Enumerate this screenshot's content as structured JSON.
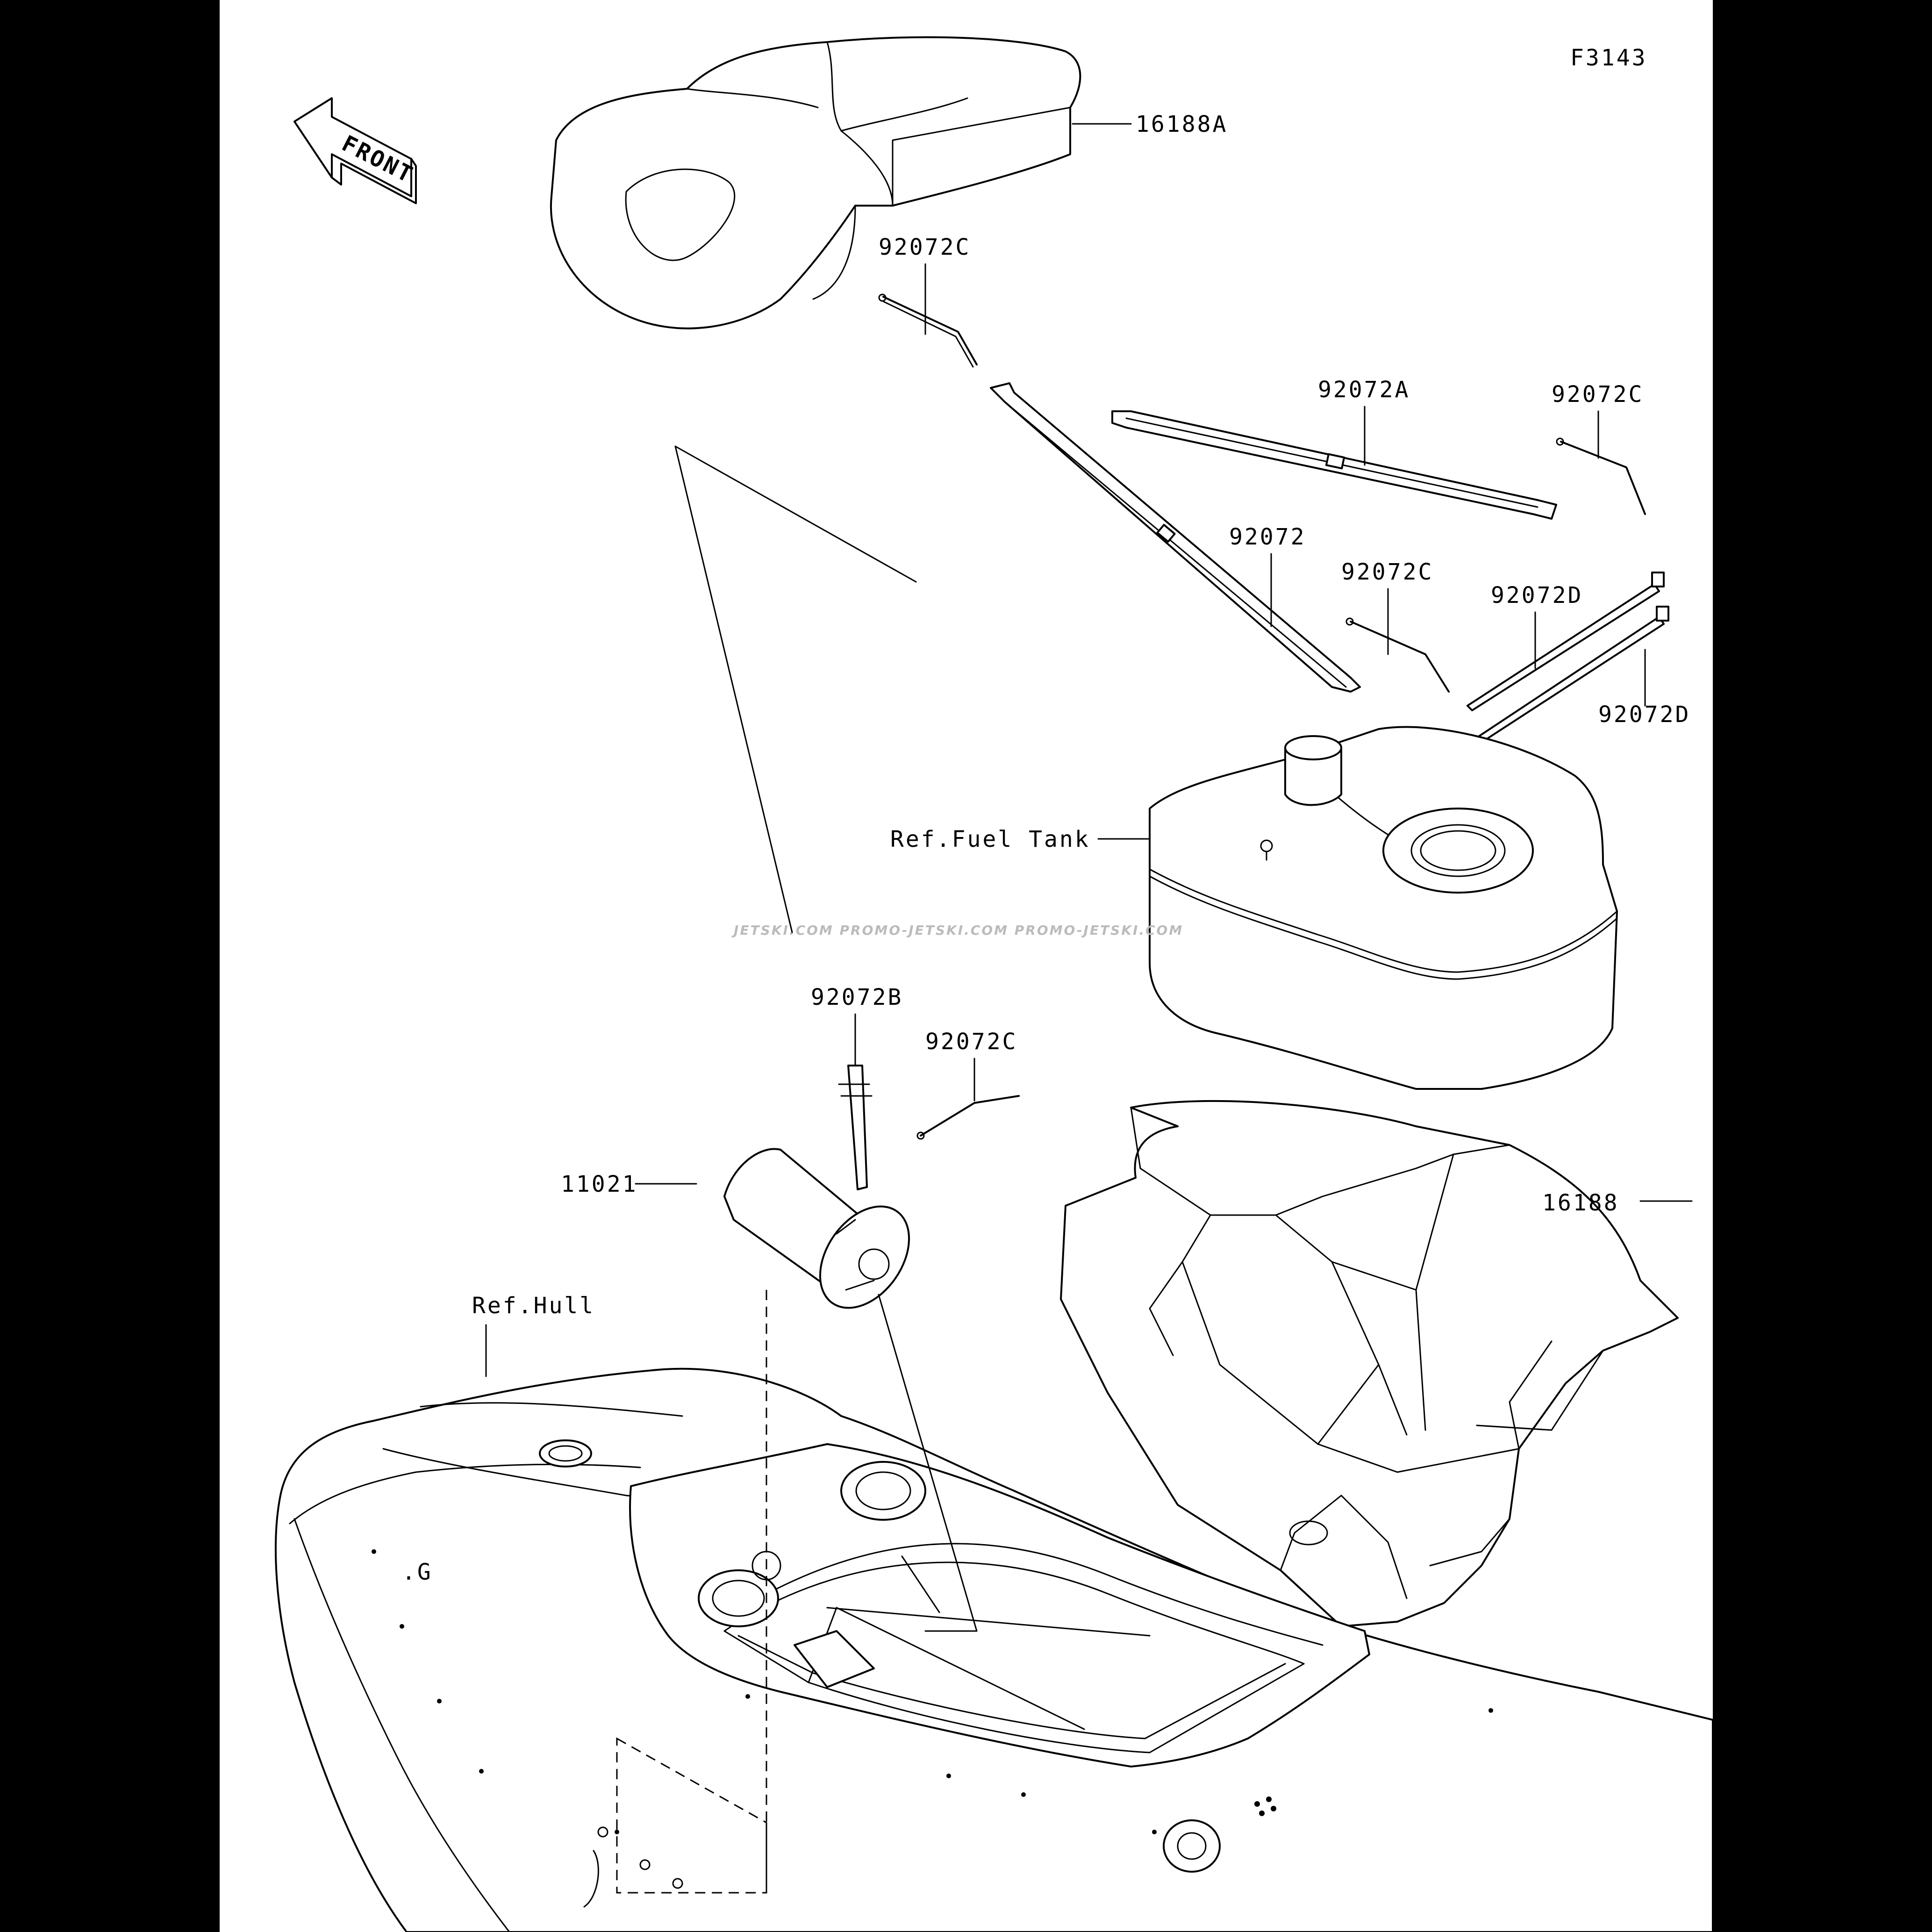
{
  "diagram": {
    "figure_code": "F3143",
    "front_arrow": "FRONT",
    "watermark": "JETSKI.COM   PROMO-JETSKI.COM   PROMO-JETSKI.COM",
    "parts": {
      "seat_cover": "16188A",
      "strap_c_top": "92072C",
      "strap_a": "92072A",
      "strap_c_right": "92072C",
      "strap_main": "92072",
      "strap_c_mid": "92072C",
      "tie_d_upper": "92072D",
      "tie_d_lower": "92072D",
      "fuel_tank": "Ref.Fuel Tank",
      "strap_b": "92072B",
      "strap_c_low": "92072C",
      "filter": "11021",
      "storage_bin": "16188",
      "hull": "Ref.Hull"
    }
  }
}
